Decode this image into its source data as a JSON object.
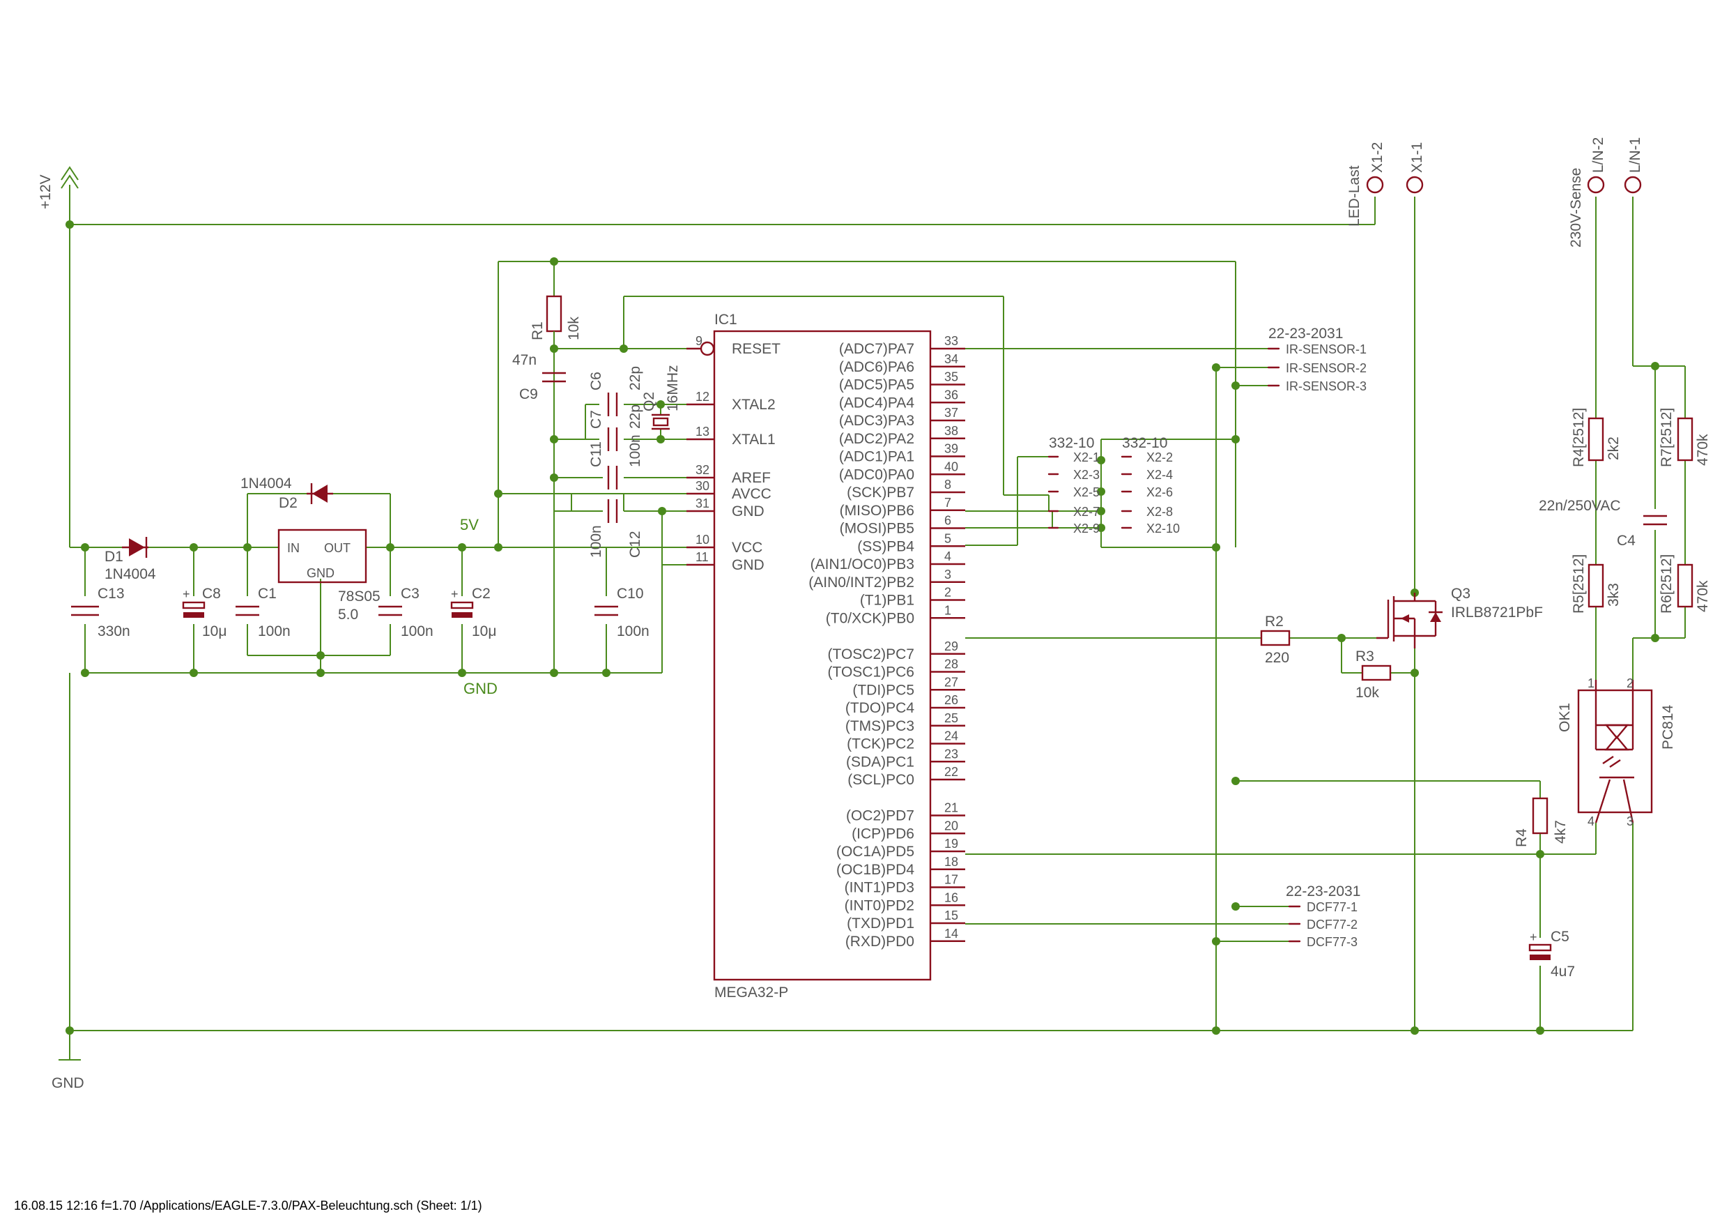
{
  "footer": "16.08.15 12:16  f=1.70  /Applications/EAGLE-7.3.0/PAX-Beleuchtung.sch (Sheet: 1/1)",
  "nets": {
    "v12": "+12V",
    "gnd_top": "GND",
    "gnd_bottom": "GND",
    "v5": "5V"
  },
  "ic1": {
    "name": "IC1",
    "value": "MEGA32-P",
    "left_pins": [
      {
        "num": "9",
        "name": "RESET"
      },
      {
        "num": "12",
        "name": "XTAL2"
      },
      {
        "num": "13",
        "name": "XTAL1"
      },
      {
        "num": "32",
        "name": "AREF"
      },
      {
        "num": "30",
        "name": "AVCC"
      },
      {
        "num": "31",
        "name": "GND"
      },
      {
        "num": "10",
        "name": "VCC"
      },
      {
        "num": "11",
        "name": "GND"
      }
    ],
    "right_pins": [
      {
        "num": "33",
        "name": "(ADC7)PA7"
      },
      {
        "num": "34",
        "name": "(ADC6)PA6"
      },
      {
        "num": "35",
        "name": "(ADC5)PA5"
      },
      {
        "num": "36",
        "name": "(ADC4)PA4"
      },
      {
        "num": "37",
        "name": "(ADC3)PA3"
      },
      {
        "num": "38",
        "name": "(ADC2)PA2"
      },
      {
        "num": "39",
        "name": "(ADC1)PA1"
      },
      {
        "num": "40",
        "name": "(ADC0)PA0"
      },
      {
        "num": "8",
        "name": "(SCK)PB7"
      },
      {
        "num": "7",
        "name": "(MISO)PB6"
      },
      {
        "num": "6",
        "name": "(MOSI)PB5"
      },
      {
        "num": "5",
        "name": "(SS)PB4"
      },
      {
        "num": "4",
        "name": "(AIN1/OC0)PB3"
      },
      {
        "num": "3",
        "name": "(AIN0/INT2)PB2"
      },
      {
        "num": "2",
        "name": "(T1)PB1"
      },
      {
        "num": "1",
        "name": "(T0/XCK)PB0"
      },
      {
        "num": "29",
        "name": "(TOSC2)PC7"
      },
      {
        "num": "28",
        "name": "(TOSC1)PC6"
      },
      {
        "num": "27",
        "name": "(TDI)PC5"
      },
      {
        "num": "26",
        "name": "(TDO)PC4"
      },
      {
        "num": "25",
        "name": "(TMS)PC3"
      },
      {
        "num": "24",
        "name": "(TCK)PC2"
      },
      {
        "num": "23",
        "name": "(SDA)PC1"
      },
      {
        "num": "22",
        "name": "(SCL)PC0"
      },
      {
        "num": "21",
        "name": "(OC2)PD7"
      },
      {
        "num": "20",
        "name": "(ICP)PD6"
      },
      {
        "num": "19",
        "name": "(OC1A)PD5"
      },
      {
        "num": "18",
        "name": "(OC1B)PD4"
      },
      {
        "num": "17",
        "name": "(INT1)PD3"
      },
      {
        "num": "16",
        "name": "(INT0)PD2"
      },
      {
        "num": "15",
        "name": "(TXD)PD1"
      },
      {
        "num": "14",
        "name": "(RXD)PD0"
      }
    ]
  },
  "regulator": {
    "name": "78S05",
    "value": "5.0",
    "in": "IN",
    "out": "OUT",
    "gnd": "GND"
  },
  "diodes": {
    "d1": {
      "name": "D1",
      "value": "1N4004"
    },
    "d2": {
      "name": "D2",
      "value": "1N4004"
    }
  },
  "capacitors": {
    "c13": {
      "name": "C13",
      "value": "330n"
    },
    "c8": {
      "name": "C8",
      "value": "10μ"
    },
    "c1": {
      "name": "C1",
      "value": "100n"
    },
    "c3": {
      "name": "C3",
      "value": "100n"
    },
    "c2": {
      "name": "C2",
      "value": "10μ"
    },
    "c10": {
      "name": "C10",
      "value": "100n"
    },
    "c9": {
      "name": "C9",
      "value": "47n"
    },
    "c6": {
      "name": "C6",
      "value": "22p"
    },
    "c7": {
      "name": "C7",
      "value": "22p"
    },
    "c11": {
      "name": "C11",
      "value": "100n"
    },
    "c12": {
      "name": "C12",
      "value": "100n"
    },
    "c4": {
      "name": "C4",
      "value": "22n/250VAC"
    },
    "c5": {
      "name": "C5",
      "value": "4u7"
    }
  },
  "resistors": {
    "r1": {
      "name": "R1",
      "value": "10k"
    },
    "r2": {
      "name": "R2",
      "value": "220"
    },
    "r3": {
      "name": "R3",
      "value": "10k"
    },
    "r4": {
      "name": "R4",
      "value": "4k7"
    },
    "r4b": {
      "name": "R4[2512]",
      "value": "2k2"
    },
    "r5": {
      "name": "R5[2512]",
      "value": "3k3"
    },
    "r6": {
      "name": "R6[2512]",
      "value": "470k"
    },
    "r7": {
      "name": "R7[2512]",
      "value": "470k"
    }
  },
  "crystal": {
    "name": "Q2",
    "value": "16MHz"
  },
  "mosfet": {
    "name": "Q3",
    "value": "IRLB8721PbF"
  },
  "optocoupler": {
    "name": "OK1",
    "value": "PC814",
    "pins": [
      "1",
      "2",
      "3",
      "4"
    ]
  },
  "connectors": {
    "ir": {
      "part": "22-23-2031",
      "pins": [
        "IR-SENSOR-1",
        "IR-SENSOR-2",
        "IR-SENSOR-3"
      ]
    },
    "dcf": {
      "part": "22-23-2031",
      "pins": [
        "DCF77-1",
        "DCF77-2",
        "DCF77-3"
      ]
    },
    "x2": {
      "part_left": "332-10",
      "part_right": "332-10",
      "left": [
        "X2-1",
        "X2-3",
        "X2-5",
        "X2-7",
        "X2-9"
      ],
      "right": [
        "X2-2",
        "X2-4",
        "X2-6",
        "X2-8",
        "X2-10"
      ]
    },
    "x1_2": {
      "name": "X1-2",
      "label": "LED-Last"
    },
    "x1_1": {
      "name": "X1-1"
    },
    "ln2": {
      "name": "L/N-2",
      "label": "230V-Sense"
    },
    "ln1": {
      "name": "L/N-1"
    }
  }
}
